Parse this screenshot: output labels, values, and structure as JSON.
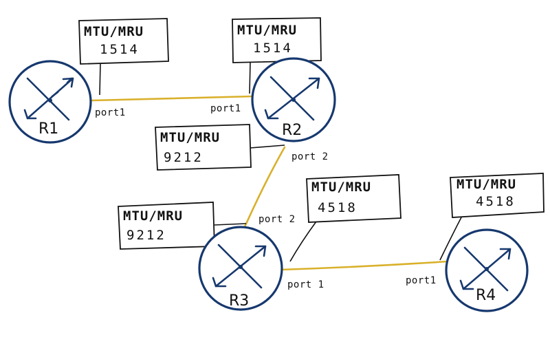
{
  "colors": {
    "router_stroke": "#16386e",
    "link": "#d9b02a",
    "ink": "#111111"
  },
  "routers": [
    {
      "id": "r1",
      "name": "R1"
    },
    {
      "id": "r2",
      "name": "R2"
    },
    {
      "id": "r3",
      "name": "R3"
    },
    {
      "id": "r4",
      "name": "R4"
    }
  ],
  "links": [
    {
      "id": "r1-r2",
      "a_port": "port1",
      "b_port": "port1"
    },
    {
      "id": "r2-r3",
      "a_port": "port 2",
      "b_port": "port 2"
    },
    {
      "id": "r3-r4",
      "a_port": "port 1",
      "b_port": "port1"
    }
  ],
  "mtu_boxes": [
    {
      "id": "r1-port1",
      "label": "MTU/MRU",
      "value": "1514"
    },
    {
      "id": "r2-port1",
      "label": "MTU/MRU",
      "value": "1514"
    },
    {
      "id": "r2-port2",
      "label": "MTU/MRU",
      "value": "9212"
    },
    {
      "id": "r3-port2",
      "label": "MTU/MRU",
      "value": "9212"
    },
    {
      "id": "r3-port1",
      "label": "MTU/MRU",
      "value": "4518"
    },
    {
      "id": "r4-port1",
      "label": "MTU/MRU",
      "value": "4518"
    }
  ]
}
